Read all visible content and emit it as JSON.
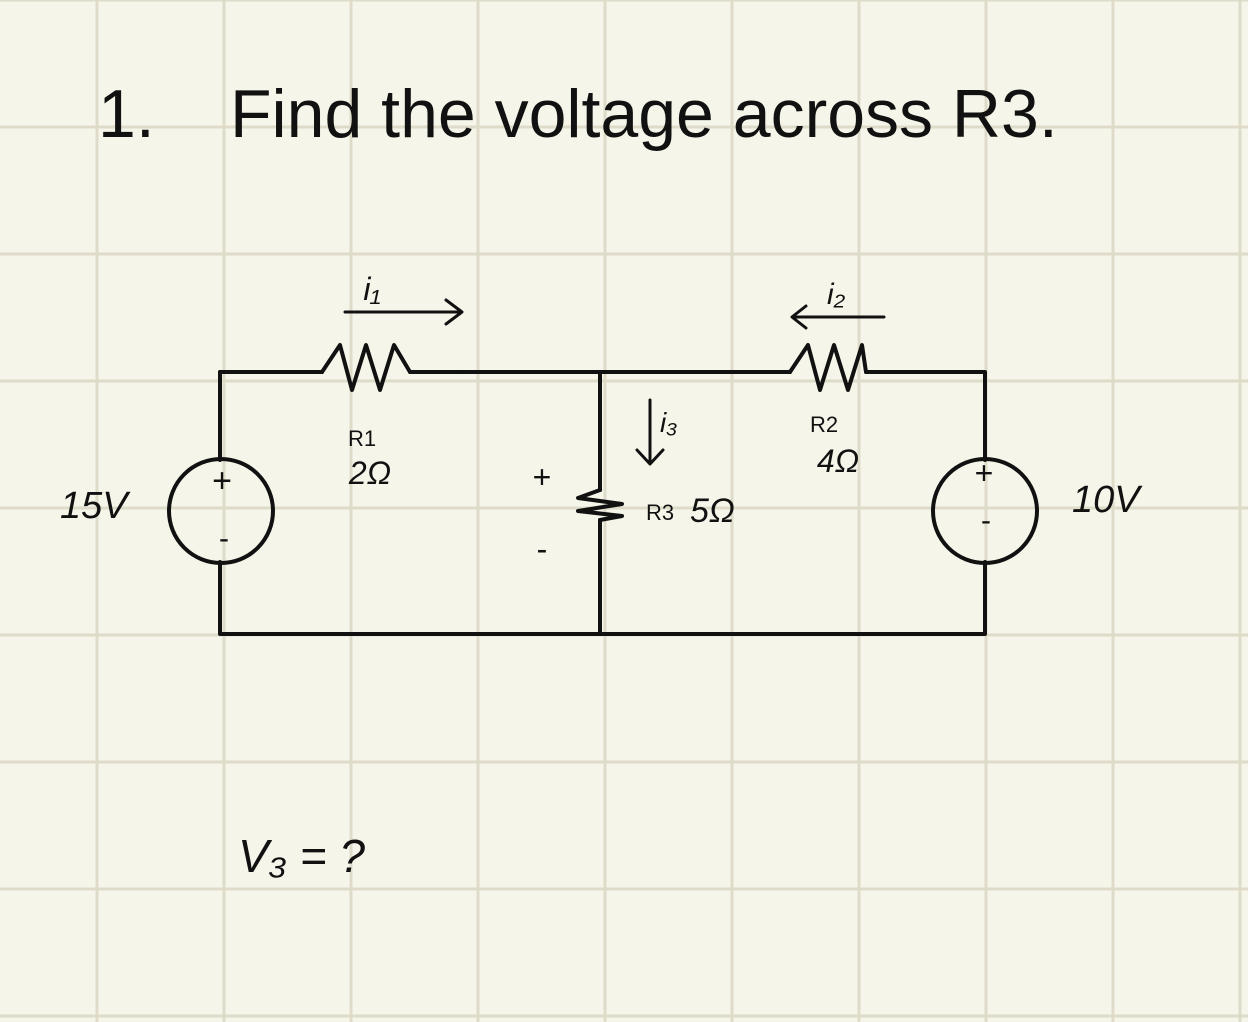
{
  "problem": {
    "number": "1.",
    "question": "Find the voltage across R3."
  },
  "circuit": {
    "source_left": {
      "value": "15V",
      "polarity_top": "+",
      "polarity_bottom": "-"
    },
    "source_right": {
      "value": "10V",
      "polarity_top": "+",
      "polarity_bottom": "-"
    },
    "r1": {
      "name": "R1",
      "value": "2Ω"
    },
    "r2": {
      "name": "R2",
      "value": "4Ω"
    },
    "r3": {
      "name": "R3",
      "value": "5Ω",
      "polarity_top": "+",
      "polarity_bottom": "-"
    },
    "currents": {
      "i1": {
        "label": "i₁",
        "direction": "right"
      },
      "i2": {
        "label": "i₂",
        "direction": "left"
      },
      "i3": {
        "label": "i₃",
        "direction": "down"
      }
    }
  },
  "answer_prompt": "V₃ = ?",
  "colors": {
    "paper": "#f6f5ea",
    "grid": "#dedcc9",
    "ink": "#111111"
  }
}
